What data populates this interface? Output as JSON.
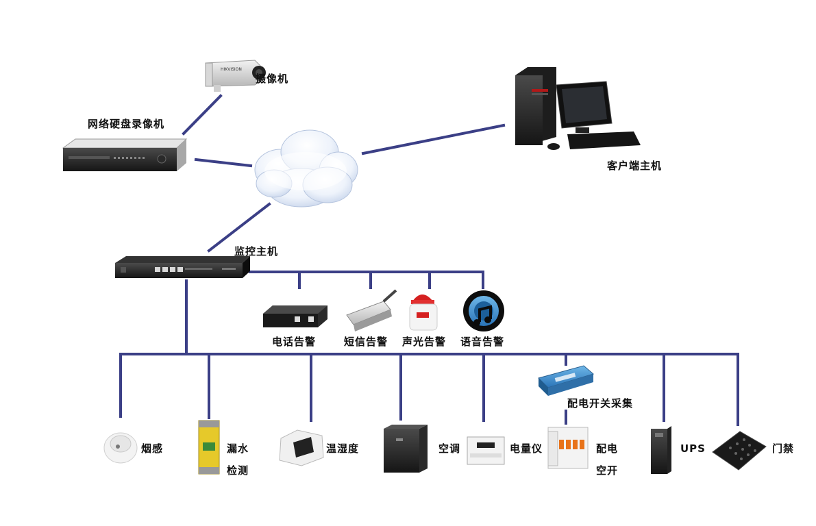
{
  "colors": {
    "line": "#3b3f86",
    "background": "#ffffff"
  },
  "labels": {
    "camera": "摄像机",
    "nvr": "网络硬盘录像机",
    "client": "客户端主机",
    "monitor_host": "监控主机",
    "phone_alarm": "电话告警",
    "sms_alarm": "短信告警",
    "sound_light_alarm": "声光告警",
    "voice_alarm": "语音告警",
    "power_switch_collect": "配电开关采集",
    "smoke": "烟感",
    "water_leak_1": "漏水",
    "water_leak_2": "检测",
    "temp_humidity": "温湿度",
    "air_conditioner": "空调",
    "power_meter": "电量仪",
    "power_switch_1": "配电",
    "power_switch_2": "空开",
    "ups": "UPS",
    "access_control": "门禁"
  },
  "devices": {
    "camera": {
      "icon": "camera-icon",
      "brand": "HIKVISION"
    },
    "nvr": {
      "icon": "nvr-icon"
    },
    "cloud": {
      "icon": "cloud-icon"
    },
    "client": {
      "icon": "desktop-computer-icon"
    },
    "monitor_host": {
      "icon": "rack-server-icon"
    },
    "phone_alarm": {
      "icon": "phone-alarm-box-icon"
    },
    "sms_alarm": {
      "icon": "gsm-modem-icon"
    },
    "sound_light_alarm": {
      "icon": "siren-icon"
    },
    "voice_alarm": {
      "icon": "speaker-note-icon"
    },
    "power_switch_collect": {
      "icon": "io-module-icon"
    },
    "smoke": {
      "icon": "smoke-detector-icon"
    },
    "water_leak": {
      "icon": "water-leak-sensor-icon"
    },
    "temp_humidity": {
      "icon": "thermo-hygrometer-icon"
    },
    "air_conditioner": {
      "icon": "precision-ac-icon"
    },
    "power_meter": {
      "icon": "energy-meter-icon"
    },
    "power_switch": {
      "icon": "circuit-breaker-icon"
    },
    "ups": {
      "icon": "ups-icon"
    },
    "access_control": {
      "icon": "keypad-icon"
    }
  }
}
